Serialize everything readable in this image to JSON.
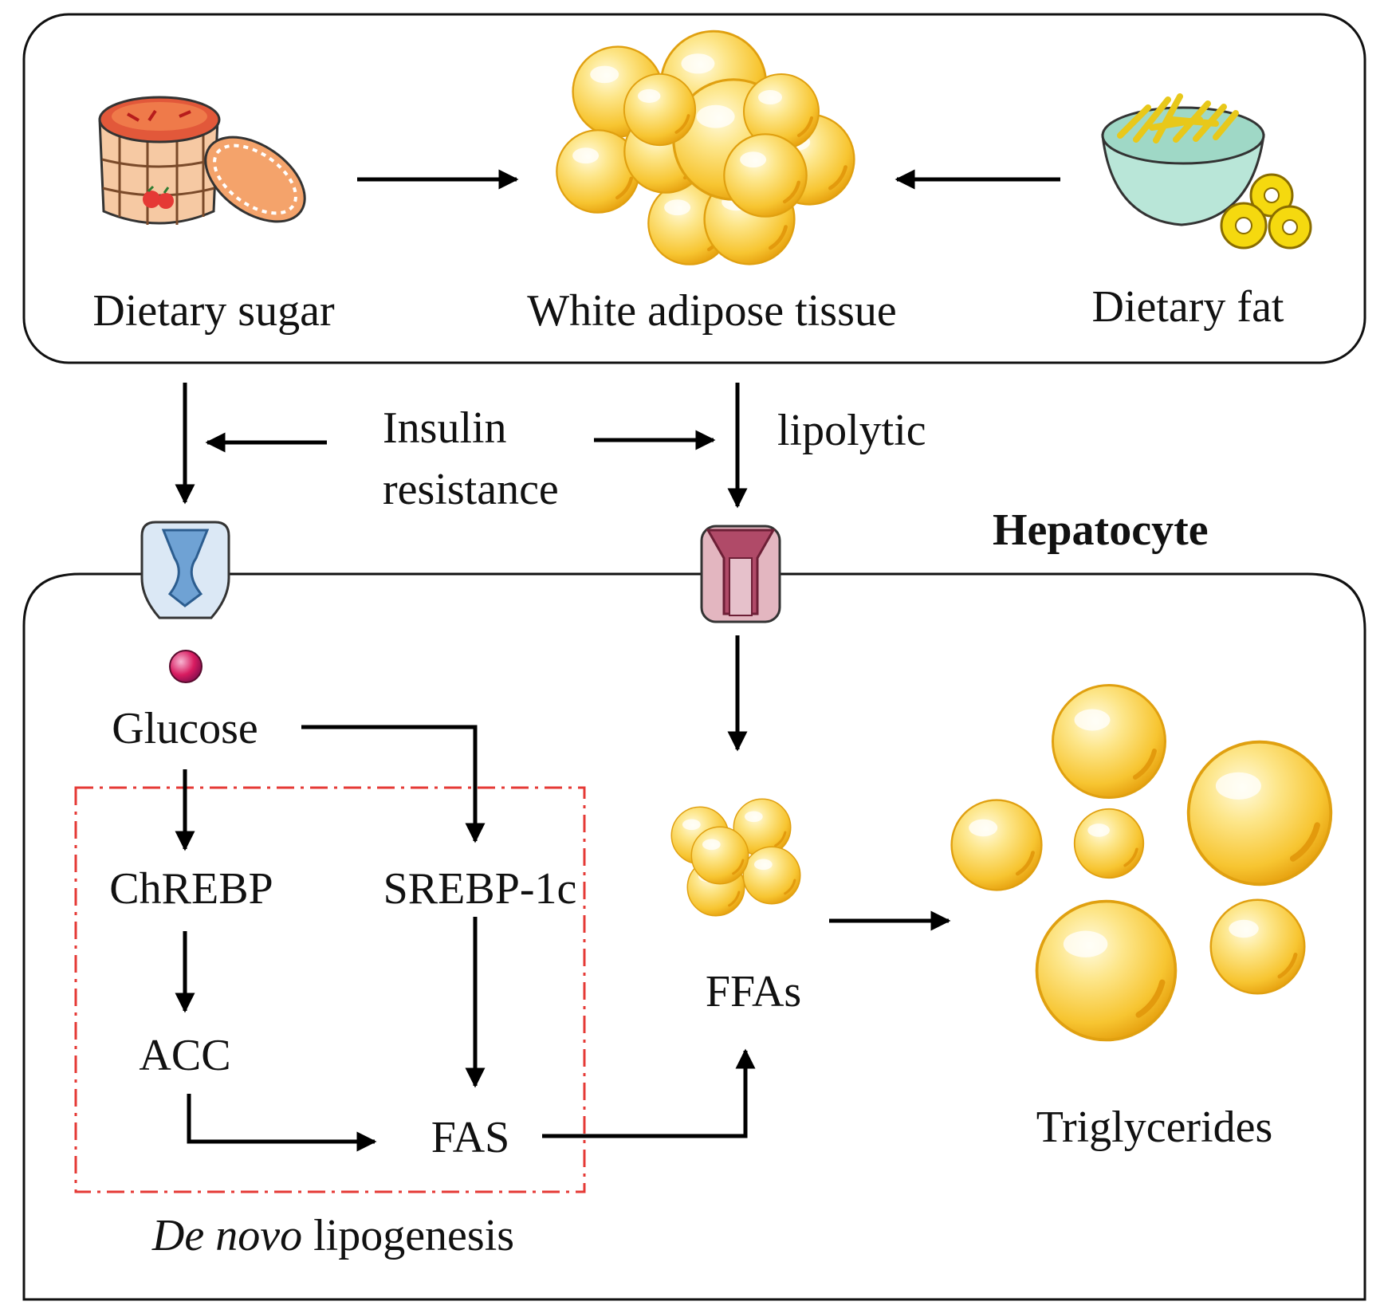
{
  "top_panel": {
    "dietary_sugar": "Dietary sugar",
    "white_adipose_tissue": "White adipose tissue",
    "dietary_fat": "Dietary fat"
  },
  "middle": {
    "insulin_line1": "Insulin",
    "insulin_line2": "resistance",
    "lipolytic": "lipolytic",
    "hepatocyte": "Hepatocyte"
  },
  "hepatocyte_panel": {
    "glucose": "Glucose",
    "chrebp": "ChREBP",
    "srebp": "SREBP-1c",
    "acc": "ACC",
    "fas": "FAS",
    "ffas": "FFAs",
    "triglycerides": "Triglycerides",
    "dnl_italic": "De novo",
    "dnl_rest": " lipogenesis"
  },
  "colors": {
    "fat_globule": "#f7c531",
    "glucose_dot": "#c2185b",
    "dnl_box": "#e53935",
    "glut_channel": "#8fb8df",
    "fatp_channel": "#b04a68"
  }
}
